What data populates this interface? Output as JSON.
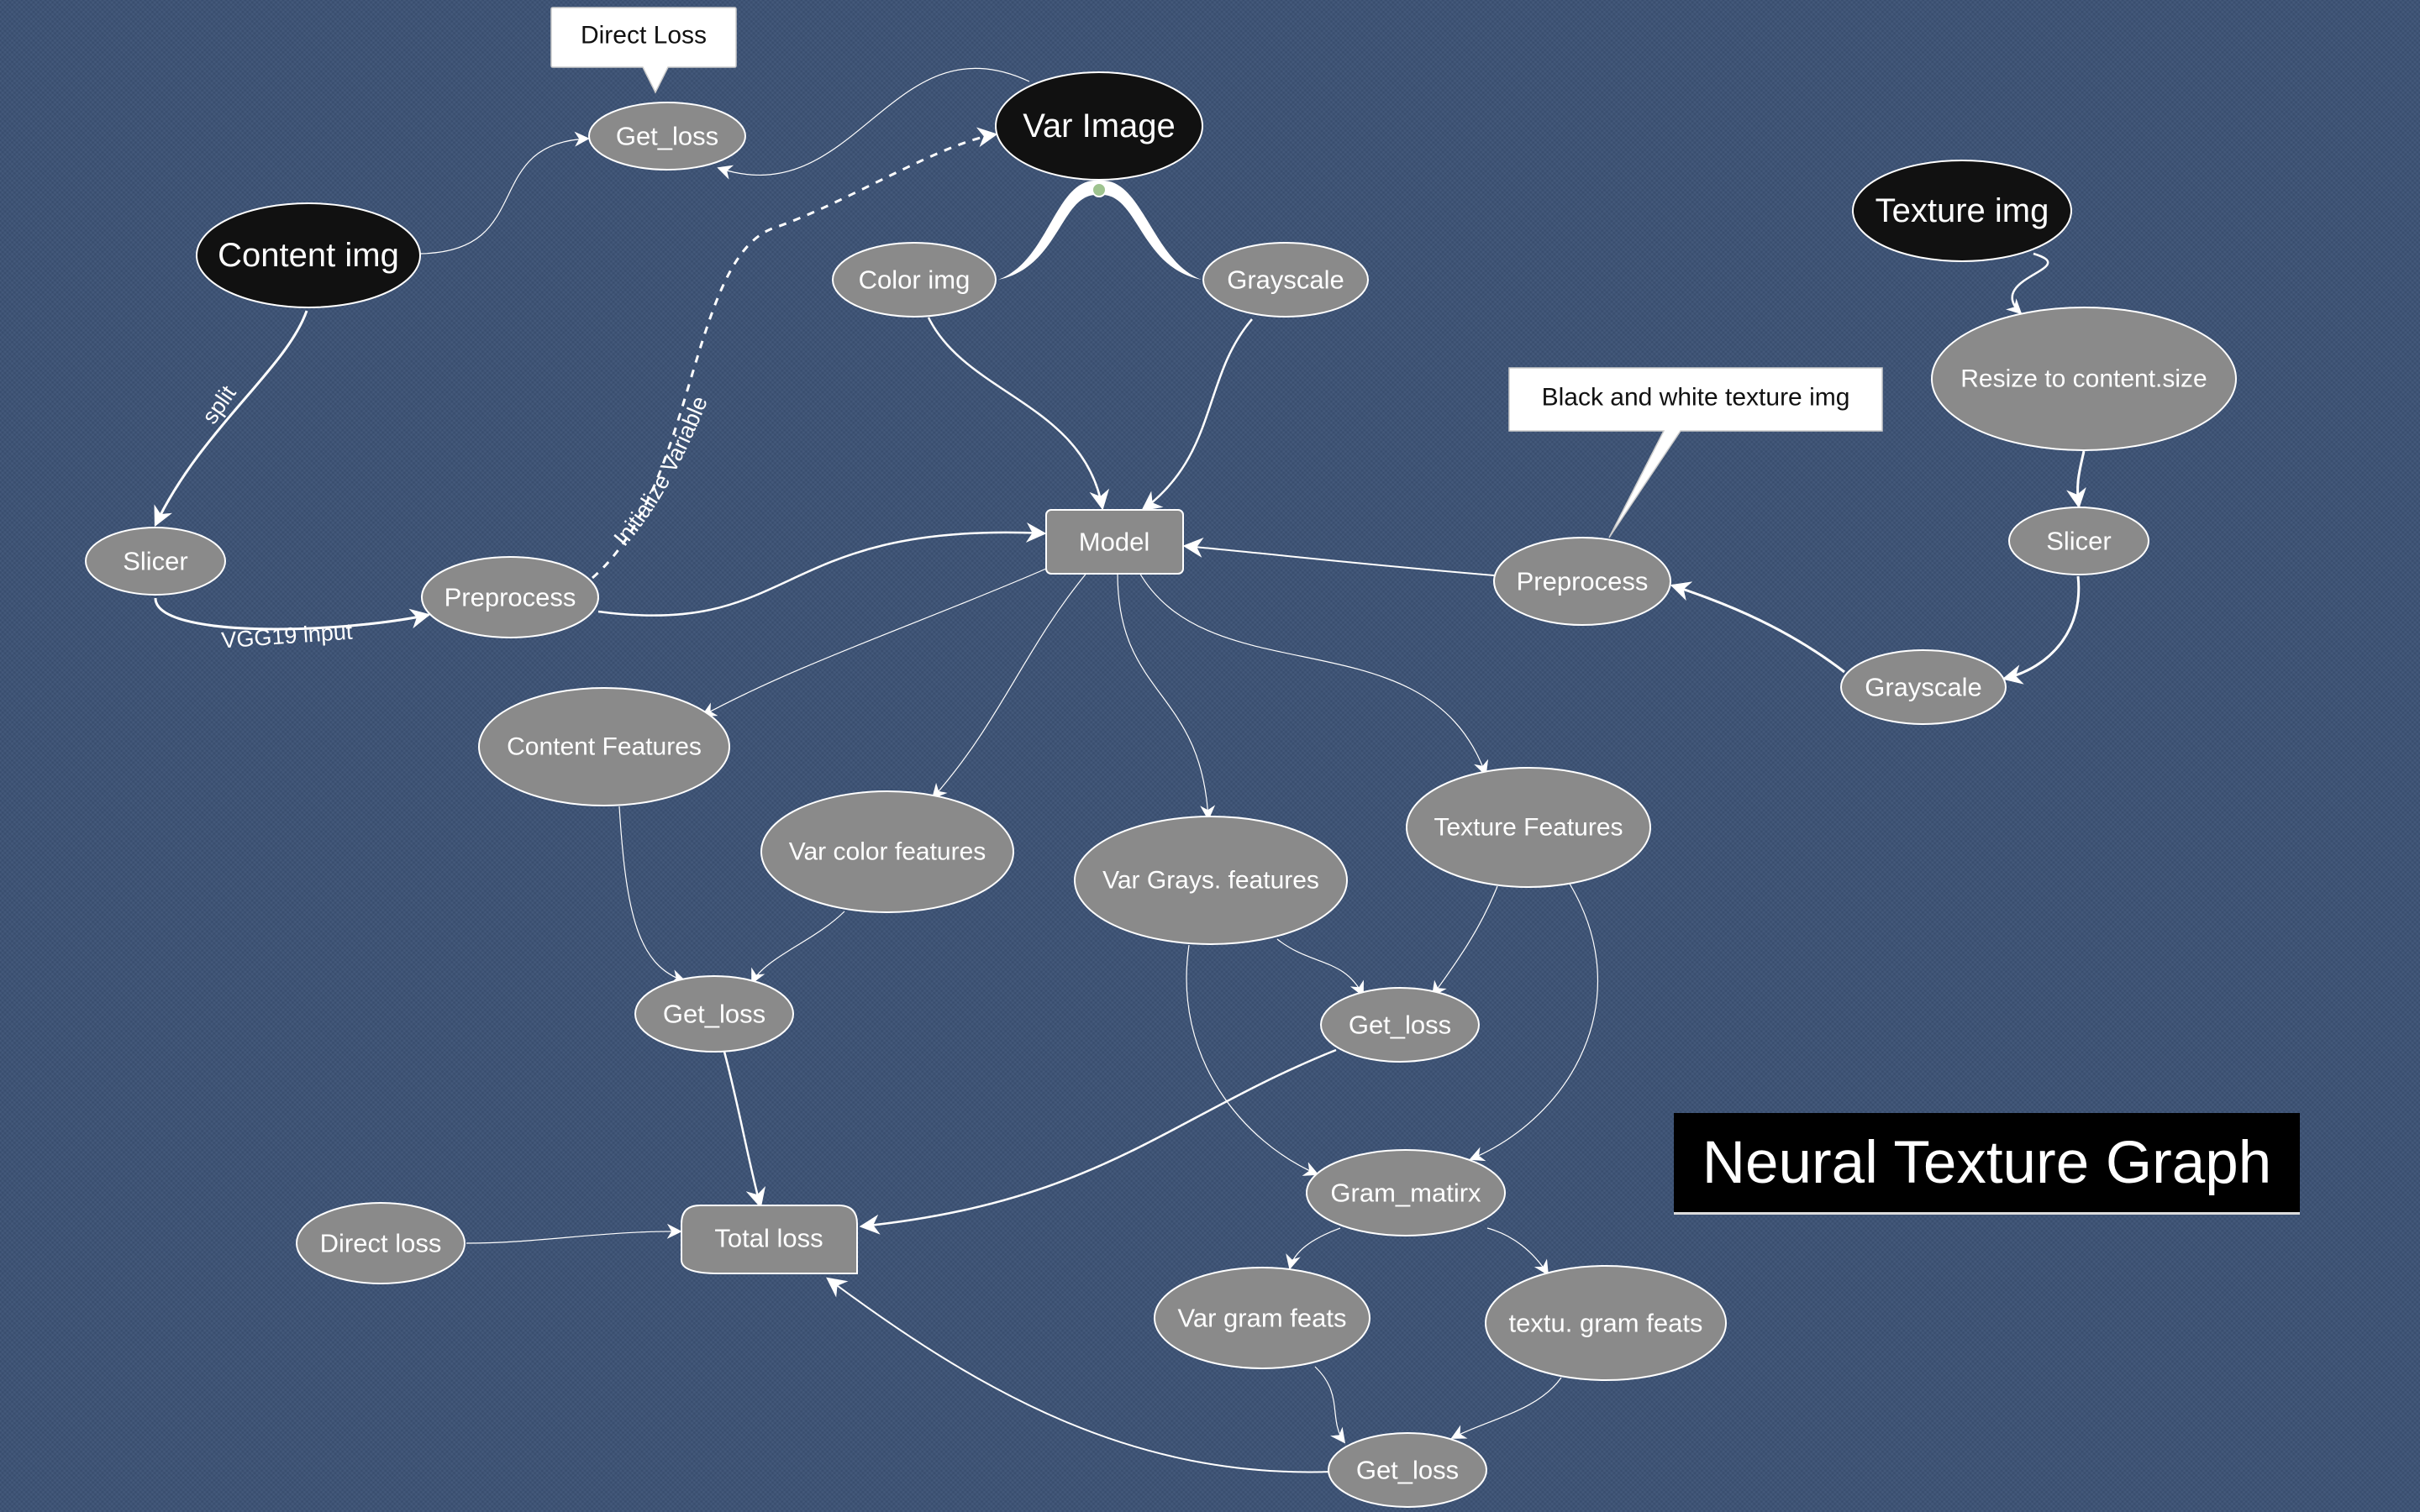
{
  "title": "Neural Texture Graph",
  "nodes": {
    "get_loss_top": "Get_loss",
    "var_image": "Var Image",
    "content_img": "Content img",
    "color_img": "Color img",
    "grayscale_mid": "Grayscale",
    "texture_img": "Texture img",
    "resize": "Resize to content.size",
    "slicer_left": "Slicer",
    "preprocess_left": "Preprocess",
    "model": "Model",
    "preprocess_right": "Preprocess",
    "slicer_right": "Slicer",
    "grayscale_right": "Grayscale",
    "content_features": "Content Features",
    "var_color_features": "Var color features",
    "var_grays_features": "Var Grays. features",
    "texture_features": "Texture Features",
    "get_loss_left": "Get_loss",
    "get_loss_mid": "Get_loss",
    "gram_matrix": "Gram_matirx",
    "direct_loss": "Direct loss",
    "total_loss": "Total loss",
    "var_gram_feats": "Var gram feats",
    "textu_gram_feats": "textu. gram feats",
    "get_loss_bottom": "Get_loss"
  },
  "callouts": {
    "direct_loss": "Direct Loss",
    "bw_texture": "Black and white texture img"
  },
  "edge_labels": {
    "split": "split",
    "vgg19_input": "VGG19 input",
    "initialize_variable": "Initialize Variable"
  },
  "colors": {
    "background": "#3c5275",
    "node_fill": "#8a8a8a",
    "dark_node_fill": "#111111",
    "edge": "#ffffff"
  }
}
